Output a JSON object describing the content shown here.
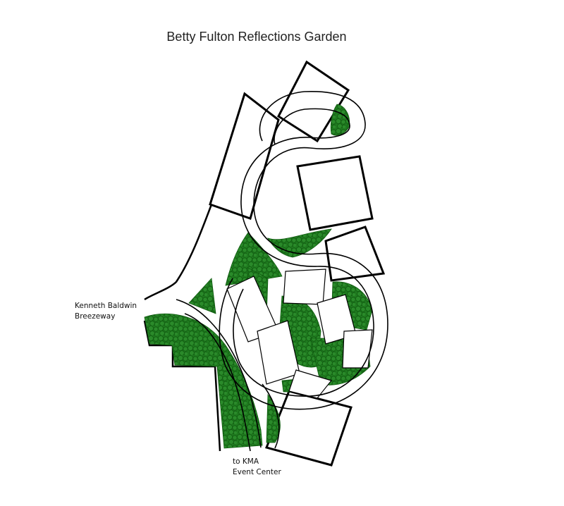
{
  "map": {
    "title": "Betty Fulton Reflections Garden",
    "labels": {
      "breezeway": {
        "line1": "Kenneth Baldwin",
        "line2": "Breezeway"
      },
      "event_center": {
        "line1": "to KMA",
        "line2": "Event Center"
      }
    },
    "colors": {
      "outline": "#000000",
      "planting": "#1f7a1f",
      "planting_dark": "#0f5a0f",
      "background": "#ffffff"
    }
  }
}
